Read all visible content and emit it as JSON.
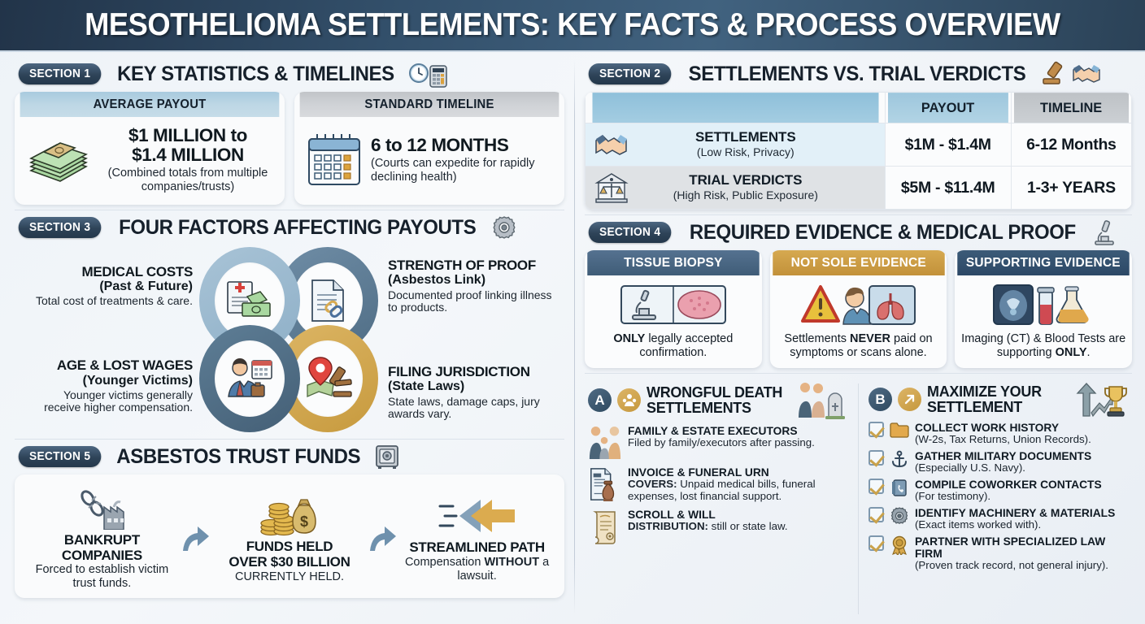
{
  "header": {
    "title": "MESOTHELIOMA SETTLEMENTS: KEY FACTS & PROCESS OVERVIEW"
  },
  "section1": {
    "badge": "SECTION 1",
    "title": "KEY STATISTICS & TIMELINES",
    "cards": [
      {
        "header": "AVERAGE PAYOUT",
        "big": "$1 MILLION to\n$1.4 MILLION",
        "big_l1": "$1 MILLION to",
        "big_l2": "$1.4 MILLION",
        "sub": "(Combined totals from multiple companies/trusts)",
        "icon": "cash-stack-icon"
      },
      {
        "header": "STANDARD TIMELINE",
        "big_l1": "6 to 12 MONTHS",
        "big_l2": "",
        "sub": "(Courts can expedite for rapidly declining health)",
        "icon": "calendar-icon"
      }
    ]
  },
  "section2": {
    "badge": "SECTION 2",
    "title": "SETTLEMENTS VS. TRIAL VERDICTS",
    "columns": [
      "",
      "PAYOUT",
      "TIMELINE"
    ],
    "rows": [
      {
        "icon": "handshake-icon",
        "label": "SETTLEMENTS",
        "sublabel": "(Low Risk, Privacy)",
        "payout": "$1M - $1.4M",
        "timeline": "6-12 Months"
      },
      {
        "icon": "courthouse-icon",
        "label": "TRIAL VERDICTS",
        "sublabel": "(High Risk, Public Exposure)",
        "payout": "$5M - $11.4M",
        "timeline": "1-3+ YEARS"
      }
    ]
  },
  "section3": {
    "badge": "SECTION 3",
    "title": "FOUR FACTORS AFFECTING PAYOUTS",
    "factors": [
      {
        "title": "MEDICAL COSTS",
        "subtitle": "(Past & Future)",
        "desc": "Total cost of treatments & care.",
        "icon": "medical-bill-money-icon",
        "ring_color": "#9bb9cf"
      },
      {
        "title": "STRENGTH OF PROOF",
        "subtitle": "(Asbestos Link)",
        "desc": "Documented proof linking illness to products.",
        "icon": "document-link-icon",
        "ring_color": "#5f7d95"
      },
      {
        "title": "AGE & LOST WAGES",
        "subtitle": "(Younger Victims)",
        "desc": "Younger victims generally receive higher compensation.",
        "icon": "worker-calendar-icon",
        "ring_color": "#4e6d84"
      },
      {
        "title": "FILING JURISDICTION",
        "subtitle": "(State Laws)",
        "desc": "State laws, damage caps, jury awards vary.",
        "icon": "map-pin-gavel-icon",
        "ring_color": "#cfa450"
      }
    ]
  },
  "section4": {
    "badge": "SECTION 4",
    "title": "REQUIRED EVIDENCE & MEDICAL PROOF",
    "cards": [
      {
        "header": "TISSUE BIOPSY",
        "header_style": "slate",
        "text_strong": "ONLY",
        "text_rest": " legally accepted confirmation.",
        "icon": "microscope-tissue-icon"
      },
      {
        "header": "NOT SOLE EVIDENCE",
        "header_style": "gold",
        "text_pre": "Settlements ",
        "text_strong": "NEVER",
        "text_rest": " paid on symptoms or scans alone.",
        "icon": "warning-lungs-icon"
      },
      {
        "header": "SUPPORTING EVIDENCE",
        "header_style": "navy",
        "text_pre": "Imaging (CT) & Blood Tests are supporting ",
        "text_strong": "ONLY",
        "text_rest": ".",
        "icon": "ct-bloodtest-icon"
      }
    ]
  },
  "panelA": {
    "letter": "A",
    "icon_badge": "family-group-icon",
    "title_l1": "WRONGFUL DEATH",
    "title_l2": "SETTLEMENTS",
    "header_icon": "family-grave-icon",
    "items": [
      {
        "icon": "family-icon",
        "name": "FAMILY & ESTATE EXECUTORS",
        "desc": "Filed by family/executors after passing."
      },
      {
        "icon": "invoice-urn-icon",
        "name": "INVOICE & FUNERAL URN",
        "desc_strong": "COVERS:",
        "desc": " Unpaid medical bills, funeral expenses, lost financial support."
      },
      {
        "icon": "scroll-icon",
        "name": "SCROLL & WILL",
        "desc_strong": "DISTRIBUTION:",
        "desc": " still or state law."
      }
    ]
  },
  "panelB": {
    "letter": "B",
    "icon_badge": "arrow-up-right-icon",
    "title_l1": "MAXIMIZE YOUR",
    "title_l2": "SETTLEMENT",
    "header_icon": "growth-trophy-icon",
    "items": [
      {
        "icon": "folder-icon",
        "name": "COLLECT WORK HISTORY",
        "desc": "(W-2s, Tax Returns, Union Records)."
      },
      {
        "icon": "anchor-icon",
        "name": "GATHER MILITARY DOCUMENTS",
        "desc": "(Especially U.S. Navy)."
      },
      {
        "icon": "contact-book-icon",
        "name": "COMPILE COWORKER CONTACTS",
        "desc": "(For testimony)."
      },
      {
        "icon": "gear-icon",
        "name": "IDENTIFY MACHINERY & MATERIALS",
        "desc": "(Exact items worked with)."
      },
      {
        "icon": "award-ribbon-icon",
        "name": "PARTNER WITH SPECIALIZED LAW FIRM",
        "desc": "(Proven track record, not general injury)."
      }
    ]
  },
  "section5": {
    "badge": "SECTION 5",
    "title": "ASBESTOS TRUST FUNDS",
    "header_icon": "safe-vault-icon",
    "steps": [
      {
        "icon": "broken-chain-factory-icon",
        "title": "BANKRUPT COMPANIES",
        "desc": "Forced to establish victim trust funds."
      },
      {
        "icon": "coins-moneybag-icon",
        "title_l1": "FUNDS HELD",
        "title_l2": "OVER $30 BILLION",
        "desc": "CURRENTLY HELD."
      },
      {
        "icon": "fast-arrow-icon",
        "title": "STREAMLINED PATH",
        "desc_pre": "Compensation ",
        "desc_strong": "WITHOUT",
        "desc_post": " a lawsuit."
      }
    ]
  },
  "colors": {
    "header_bg": "#2e4a63",
    "badge_bg": "#2e4358",
    "accent_gold": "#c5983c",
    "accent_slate": "#3f5c77",
    "page_bg": "#eef3f8"
  }
}
